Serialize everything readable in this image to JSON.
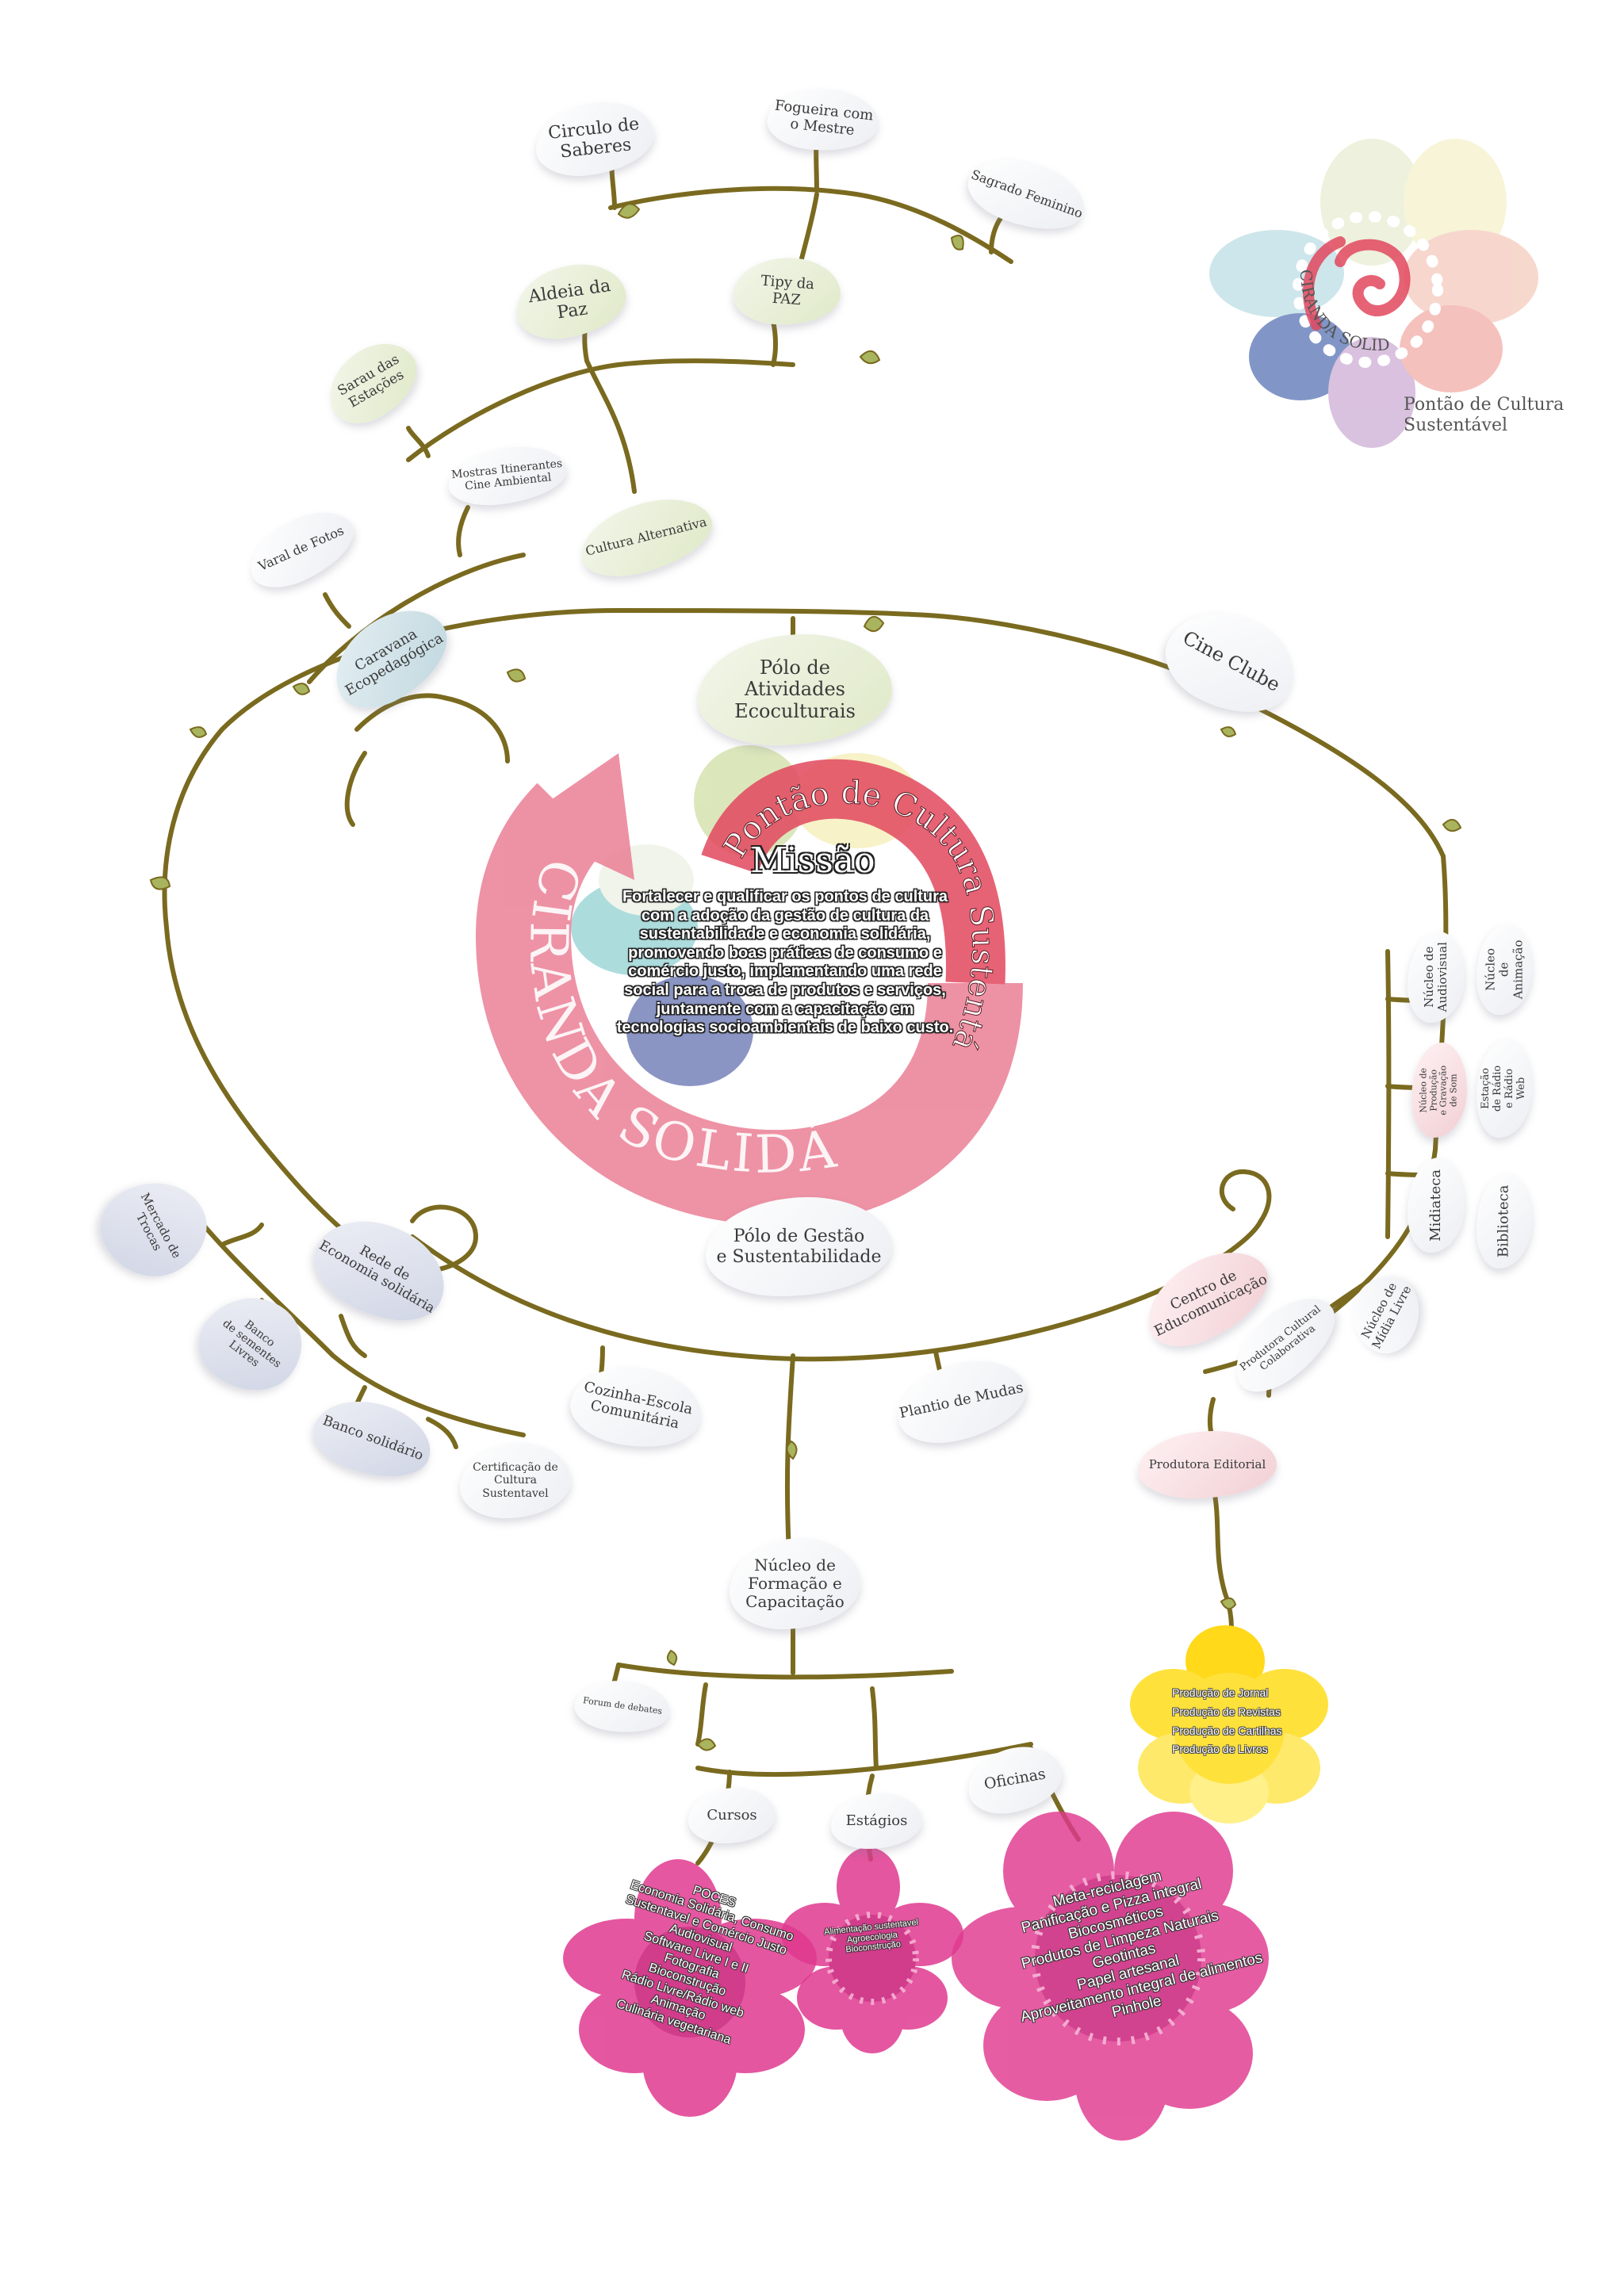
{
  "logo": {
    "caption": "Pontão de Cultura\nSustentável",
    "ring_text": "CIRANDA SOLIDÁRIA"
  },
  "center": {
    "arc_outer": "Pontão de Cultura Sustentável",
    "arc_large": "CIRANDA SOLIDÁRIA",
    "mission_title": "Missão",
    "mission_text": "Fortalecer e qualificar os pontos de cultura com a adoção da gestão de cultura da sustentabilidade e economia solidária, promovendo boas práticas de consumo e comércio justo, implementando uma rede social para a troca de produtos e serviços, juntamente com a capacitação em tecnologias socioambientais de baixo custo."
  },
  "top_branch": {
    "circulo": "Circulo de\nSaberes",
    "fogueira": "Fogueira com\no Mestre",
    "sagrado": "Sagrado Feminino",
    "aldeia": "Aldeia da\nPaz",
    "tipy": "Tipy da\nPAZ",
    "sarau": "Sarau das\nEstações",
    "mostras": "Mostras Itinerantes\nCine Ambiental",
    "cultura_alt": "Cultura Alternativa",
    "varal": "Varal de Fotos",
    "caravana": "Caravana\nEcopedagógica"
  },
  "polo_eco": "Pólo de\nAtividades\nEcoculturais",
  "cine_clube": "Cine Clube",
  "right_branch": {
    "nucleo_audio": "Núcleo de\nAudiovisual",
    "nucleo_anim": "Núcleo de\nAnimação",
    "nucleo_prod": "Núcleo de Produção\ne Gravação de Som",
    "estacao_radio": "Estação de Rádio\ne Rádio Web",
    "midiateca": "Midiateca",
    "biblioteca": "Biblioteca",
    "centro_educ": "Centro de\nEducomunicação",
    "produtora_cult": "Produtora Cultural\nColaborativa",
    "nucleo_midia": "Núcleo de\nMídia Livre",
    "produtora_edit": "Produtora Editorial"
  },
  "editorial_flower": [
    "Produção de Jornal",
    "Produção de Revistas",
    "Produção de Cartilhas",
    "Produção de Livros"
  ],
  "left_branch": {
    "mercado": "Mercado de Trocas",
    "rede": "Rede de\nEconomia solidária",
    "banco_sementes": "Banco\nde sementes Livres",
    "banco_solidario": "Banco solidário",
    "certificacao": "Certificação de\nCultura\nSustentavel"
  },
  "polo_gestao": "Pólo de Gestão\ne Sustentabilidade",
  "bottom_branch": {
    "cozinha": "Cozinha-Escola\nComunitária",
    "plantio": "Plantio de Mudas",
    "nucleo_form": "Núcleo de\nFormação e\nCapacitação",
    "forum": "Forum de debates",
    "cursos": "Cursos",
    "estagios": "Estágios",
    "oficinas": "Oficinas"
  },
  "cursos_flower": [
    "POCES",
    "Economia Solidária, Consumo",
    "Sustentavel e Comércio Justo",
    "Audiovisual",
    "Software Livre I e II",
    "Fotografia",
    "Bioconstrução",
    "Rádio Livre/Rádio web",
    "Animação",
    "Culinária vegetariana"
  ],
  "estagios_flower": [
    "Alimentação sustentavel",
    "Agroecologia",
    "Bioconstrução"
  ],
  "oficinas_flower": [
    "Meta-reciclagem",
    "Panificação e Pizza integral",
    "Biocosméticos",
    "Produtos de Limpeza Naturais",
    "Geotintas",
    "Papel artesanal",
    "Aproveitamento integral de alimentos",
    "Pinhole"
  ],
  "colors": {
    "vine": "#7a6a1f",
    "arrow_red": "#e2485f",
    "cursos_pink": "#e0398f",
    "yellow": "#ffd91a"
  }
}
